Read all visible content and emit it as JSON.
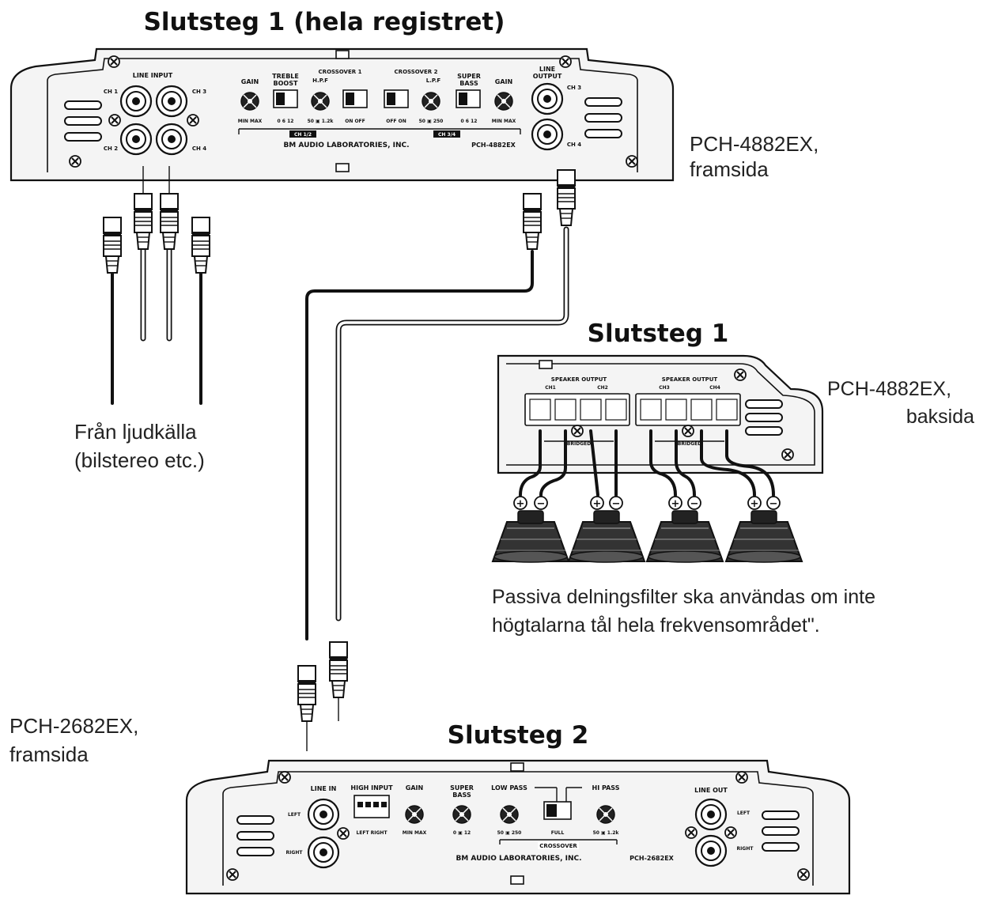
{
  "titles": {
    "amp1_top": "Slutsteg 1 (hela registret)",
    "amp1_back": "Slutsteg 1",
    "amp2": "Slutsteg 2"
  },
  "captions": {
    "amp1_front_model": "PCH-4882EX,",
    "amp1_front_side": "framsida",
    "amp1_back_model": "PCH-4882EX,",
    "amp1_back_side": "baksida",
    "source_line1": "Från ljudkälla",
    "source_line2": "(bilstereo etc.)",
    "note_line1": "Passiva delningsfilter ska användas om inte",
    "note_line2": "högtalarna tål hela frekvensområdet\".",
    "amp2_front_model": "PCH-2682EX,",
    "amp2_front_side": "framsida"
  },
  "amp1_front": {
    "line_input": "LINE INPUT",
    "ch1": "CH 1",
    "ch2": "CH 2",
    "ch3": "CH 3",
    "ch4": "CH 4",
    "gain": "GAIN",
    "gain_scale": "MIN   MAX",
    "treble_boost_1": "TREBLE",
    "treble_boost_2": "BOOST",
    "treble_scale": "0  6  12",
    "crossover_1": "CROSSOVER 1",
    "hpf": "H.P.F",
    "hpf_scale": "50 ▣ 1.2k",
    "on_off_1": "ON    OFF",
    "crossover_2": "CROSSOVER 2",
    "lpf": "L.P.F",
    "off_on_2": "OFF   ON",
    "lpf_scale": "50 ▣ 250",
    "super_bass_1": "SUPER",
    "super_bass_2": "BASS",
    "super_scale": "0  6  12",
    "gain_b": "GAIN",
    "gain_b_scale": "MIN   MAX",
    "line_output_1": "LINE",
    "line_output_2": "OUTPUT",
    "ch12": "CH 1/2",
    "ch34": "CH 3/4",
    "brand": "BM AUDIO LABORATORIES, INC.",
    "model": "PCH-4882EX"
  },
  "amp1_back": {
    "speaker_output_a": "SPEAKER OUTPUT",
    "speaker_output_b": "SPEAKER OUTPUT",
    "ch1": "CH1",
    "ch2": "CH2",
    "ch3": "CH3",
    "ch4": "CH4",
    "bridge_a": "BRIDGED",
    "bridge_b": "BRIDGED",
    "plus": "+",
    "minus": "−"
  },
  "amp2_front": {
    "line_in": "LINE IN",
    "left_in": "LEFT",
    "right_in": "RIGHT",
    "high_input": "HIGH INPUT",
    "high_input_scale": "LEFT RIGHT",
    "gain": "GAIN",
    "gain_scale": "MIN  MAX",
    "super_bass_1": "SUPER",
    "super_bass_2": "BASS",
    "super_scale": "0 ▣ 12",
    "low_pass": "LOW PASS",
    "low_pass_scale": "50 ▣ 250",
    "hi_pass": "HI PASS",
    "hi_pass_scale": "50 ▣ 1.2k",
    "full": "FULL",
    "crossover": "CROSSOVER",
    "brand": "BM AUDIO LABORATORIES, INC.",
    "model": "PCH-2682EX",
    "line_out": "LINE OUT",
    "left_out": "LEFT",
    "right_out": "RIGHT"
  }
}
